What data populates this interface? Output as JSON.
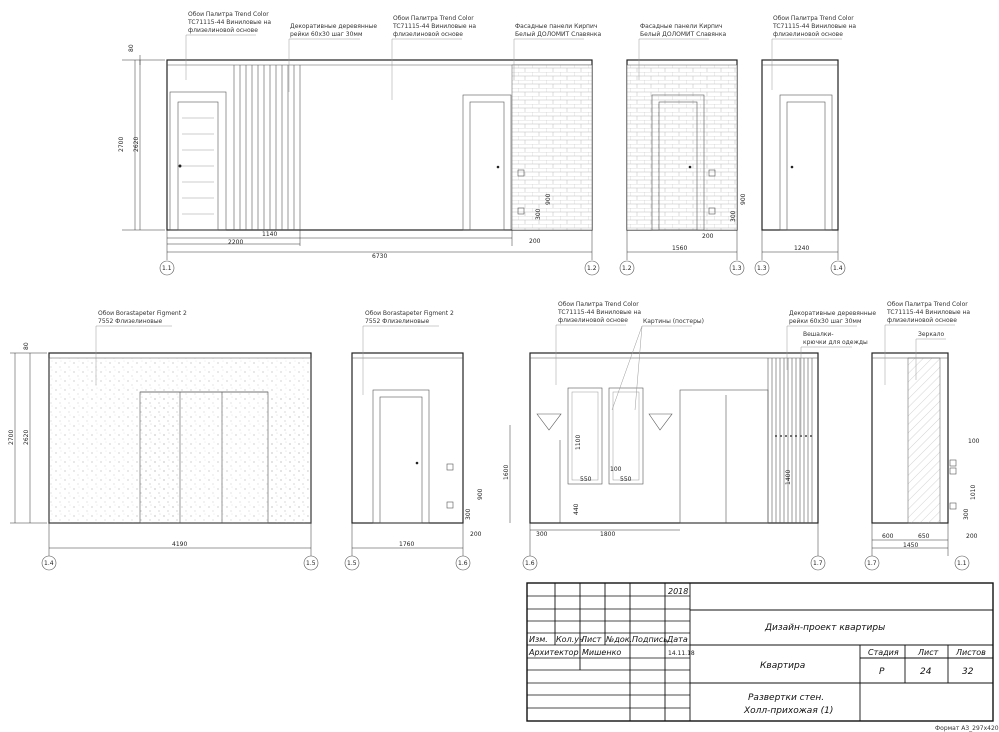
{
  "notes": {
    "wallpaper_palitra": [
      "Обои Палитра Trend Color",
      "TC71115-44 Виниловые на",
      "флизелиновой основе"
    ],
    "slats": [
      "Декоративные деревянные",
      "рейки 60х30 шаг 30мм"
    ],
    "brick": [
      "Фасадные панели Кирпич",
      "Белый ДОЛОМИТ Славянка"
    ],
    "wallpaper_boras": [
      "Обои Borastapeter Figment 2",
      "7552 Флизелиновые"
    ],
    "posters": "Картины (постеры)",
    "hooks": [
      "Вешалки-",
      "крючки для одежды"
    ],
    "mirror": "Зеркало"
  },
  "dims_top": {
    "h80": "80",
    "h2700": "2700",
    "h2620": "2620",
    "d1140": "1140",
    "d2200": "2200",
    "d6730": "6730",
    "d300a": "300",
    "d900a": "900",
    "d200a": "200",
    "d1560": "1560",
    "d200b": "200",
    "d300b": "300",
    "d900b": "900",
    "d1240": "1240"
  },
  "dims_bot": {
    "h80": "80",
    "h2700": "2700",
    "h2620": "2620",
    "d4190": "4190",
    "d1760": "1760",
    "d300a": "300",
    "d900a": "900",
    "d200a": "200",
    "d1600": "1600",
    "d1100": "1100",
    "d550a": "550",
    "d100a": "100",
    "d550b": "550",
    "d440": "440",
    "d300b": "300",
    "d1800": "1800",
    "d1400": "1400",
    "d100b": "100",
    "d1010": "1010",
    "d300c": "300",
    "d600": "600",
    "d650": "650",
    "d200b": "200",
    "d1450": "1450"
  },
  "axes_top": [
    "1.1",
    "1.2",
    "1.2",
    "1.3",
    "1.3",
    "1.4"
  ],
  "axes_bot": [
    "1.4",
    "1.5",
    "1.5",
    "1.6",
    "1.6",
    "1.7",
    "1.7",
    "1.1"
  ],
  "title_block": {
    "year": "2018",
    "headers": [
      "Изм.",
      "Кол.уч",
      "Лист",
      "№док.",
      "Подпись",
      "Дата"
    ],
    "role": "Архитектор",
    "name": "Мишенко",
    "date": "14.11.18",
    "project": "Дизайн-проект квартиры",
    "object": "Квартира",
    "stage_label": "Стадия",
    "sheet_label": "Лист",
    "sheets_label": "Листов",
    "stage": "Р",
    "sheet": "24",
    "sheets": "32",
    "drawing_title": [
      "Развертки стен.",
      "Холл-прихожая (1)"
    ],
    "format": "Формат А3_297х420"
  }
}
